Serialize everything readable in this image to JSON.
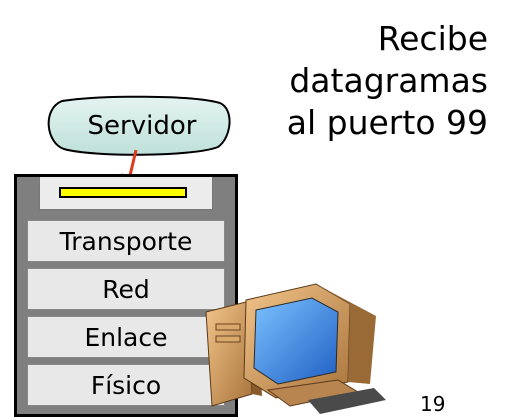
{
  "caption": {
    "lines": [
      "Recibe",
      "datagramas",
      "al puerto 99"
    ]
  },
  "server": {
    "label": "Servidor"
  },
  "stack": {
    "layers": [
      "Transporte",
      "Red",
      "Enlace",
      "Físico"
    ],
    "app_slot_color": "#ffff00"
  },
  "arrow_color": "#e03a1e",
  "computer": {
    "icon": "desktop-computer-icon"
  },
  "page_number": "19"
}
